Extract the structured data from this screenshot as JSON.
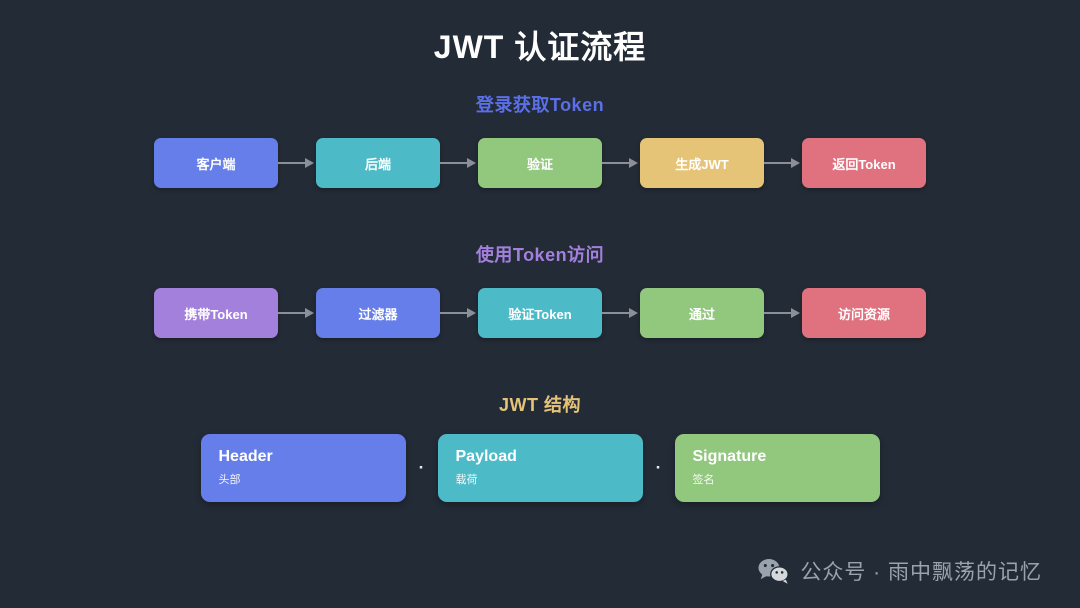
{
  "title": "JWT 认证流程",
  "colors": {
    "background": "#232b36",
    "blue": "#667eea",
    "teal": "#4dbbc7",
    "green": "#92c77e",
    "gold": "#e5c477",
    "red": "#e0717f",
    "purple": "#a480dd",
    "accent_blue_text": "#5b6fe8",
    "accent_purple_text": "#a480dd",
    "accent_gold_text": "#e5c477",
    "arrow": "#8a8f98"
  },
  "sections": [
    {
      "title": "登录获取Token",
      "title_color": "#5b6fe8",
      "steps": [
        {
          "label": "客户端",
          "color": "#667eea"
        },
        {
          "label": "后端",
          "color": "#4dbbc7"
        },
        {
          "label": "验证",
          "color": "#92c77e"
        },
        {
          "label": "生成JWT",
          "color": "#e5c477"
        },
        {
          "label": "返回Token",
          "color": "#e0717f"
        }
      ]
    },
    {
      "title": "使用Token访问",
      "title_color": "#a480dd",
      "steps": [
        {
          "label": "携带Token",
          "color": "#a480dd"
        },
        {
          "label": "过滤器",
          "color": "#667eea"
        },
        {
          "label": "验证Token",
          "color": "#4dbbc7"
        },
        {
          "label": "通过",
          "color": "#92c77e"
        },
        {
          "label": "访问资源",
          "color": "#e0717f"
        }
      ]
    }
  ],
  "structure": {
    "title": "JWT 结构",
    "title_color": "#e5c477",
    "separator": "·",
    "parts": [
      {
        "en": "Header",
        "cn": "头部",
        "color": "#667eea"
      },
      {
        "en": "Payload",
        "cn": "载荷",
        "color": "#4dbbc7"
      },
      {
        "en": "Signature",
        "cn": "签名",
        "color": "#92c77e"
      }
    ]
  },
  "watermark": {
    "icon": "wechat-icon",
    "text": "公众号 · 雨中飘荡的记忆"
  }
}
